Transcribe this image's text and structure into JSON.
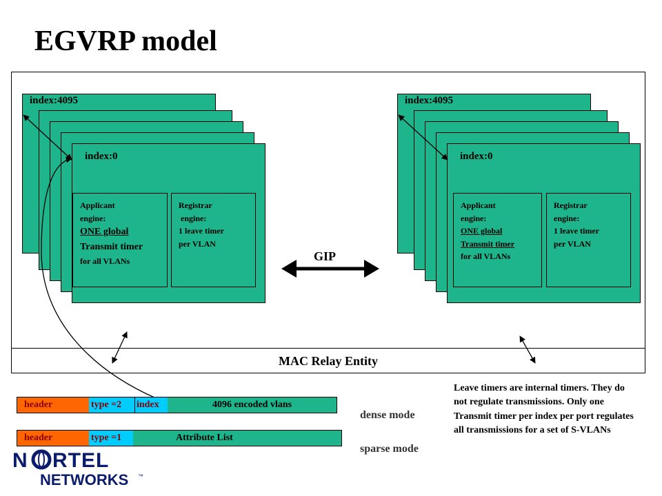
{
  "title": "EGVRP model",
  "left_stack": {
    "top_index": "index:4095",
    "front_index": "index:0",
    "applicant": [
      "Applicant",
      "engine:",
      "ONE global",
      "Transmit timer",
      "for all VLANs"
    ],
    "registrar": [
      "Registrar",
      " engine:",
      "1 leave timer",
      "per VLAN"
    ]
  },
  "right_stack": {
    "top_index": "index:4095",
    "front_index": "index:0",
    "applicant": [
      "Applicant",
      "engine:",
      "ONE global",
      "Transmit timer",
      "for all VLANs"
    ],
    "registrar": [
      "Registrar",
      "engine:",
      "1 leave timer",
      "per VLAN"
    ]
  },
  "gip_label": "GIP",
  "mac_relay_label": "MAC Relay Entity",
  "dense_bar": {
    "header": "header",
    "type": "type =2",
    "index": "index",
    "rest": "4096 encoded vlans"
  },
  "sparse_bar": {
    "header": "header",
    "type": "type =1",
    "rest": "Attribute List"
  },
  "dense_mode_label": "dense mode",
  "sparse_mode_label": "sparse mode",
  "note": "Leave timers are internal timers. They do not regulate transmissions. Only one Transmit timer per index per port regulates all transmissions for a set of S-VLANs",
  "logo": {
    "top": "NORTEL",
    "bottom": "NETWORKS",
    "tm": "™"
  },
  "colors": {
    "card": "#1fb58c",
    "header_segment": "#ff6600",
    "type_segment": "#00ccff"
  }
}
